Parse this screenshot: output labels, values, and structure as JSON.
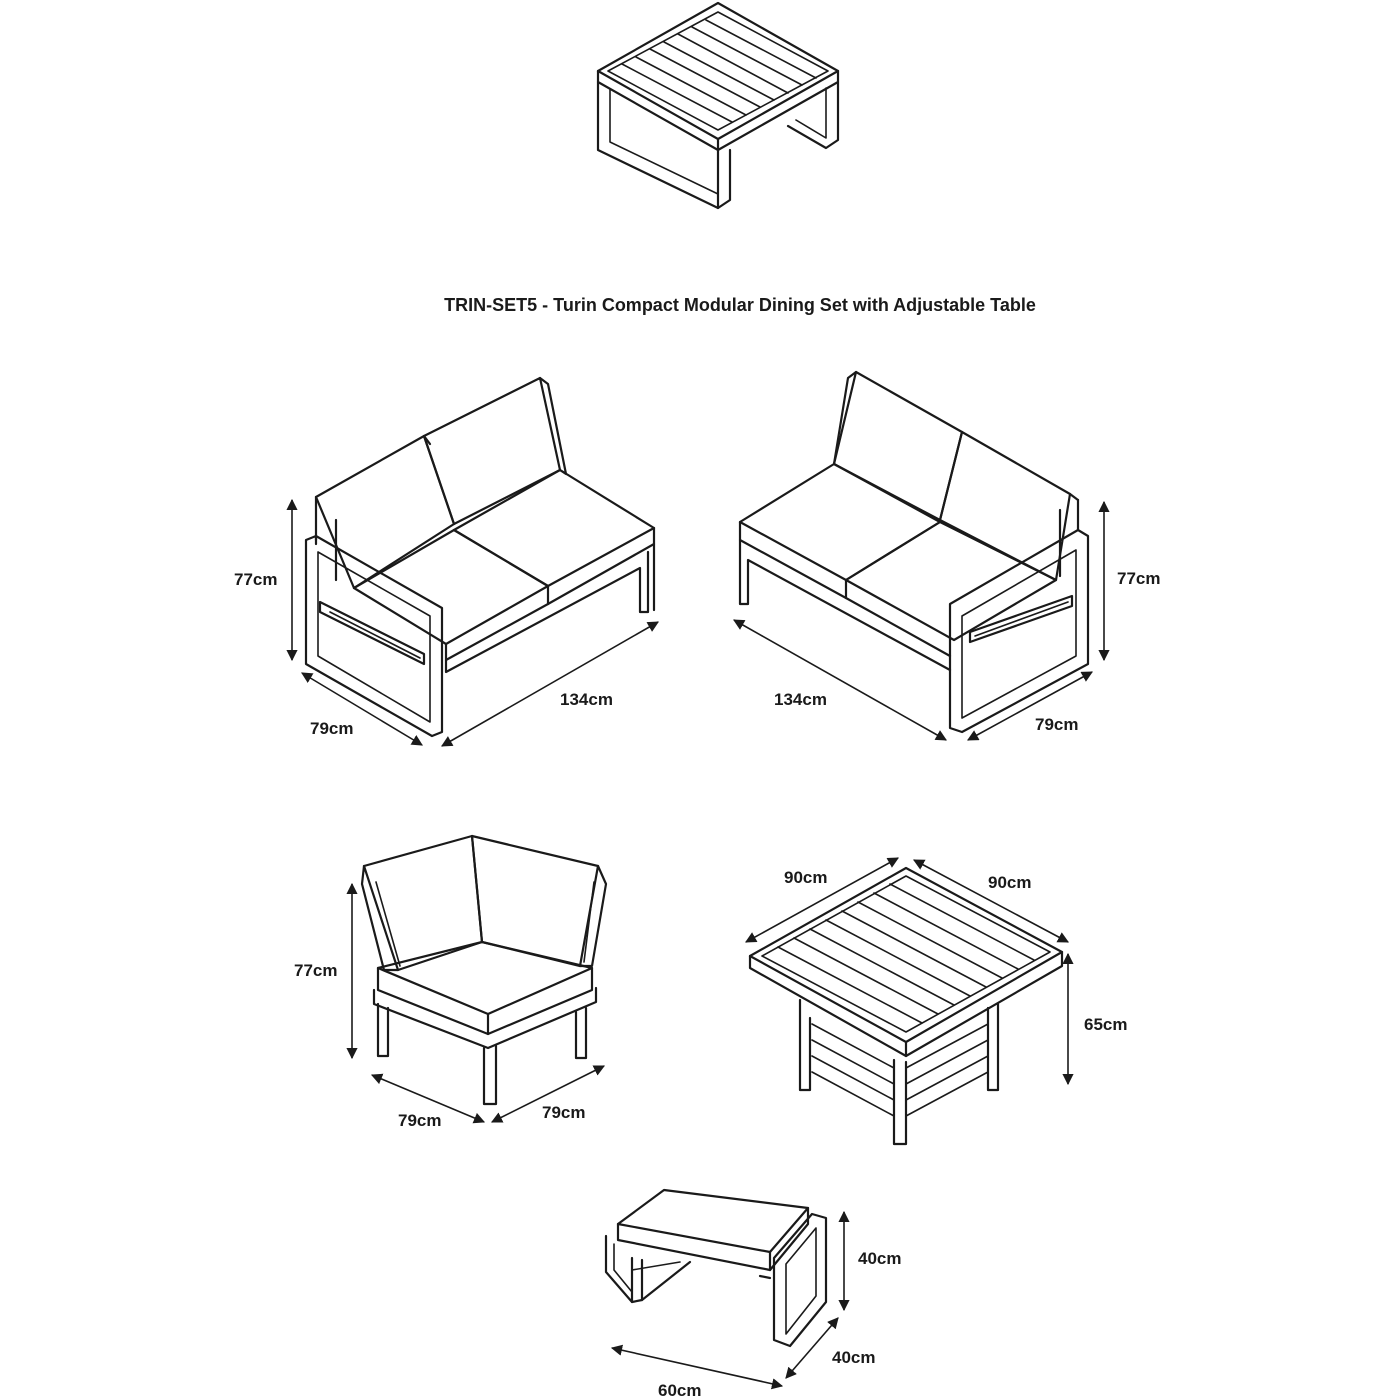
{
  "title": "TRIN-SET5 - Turin Compact Modular Dining Set with Adjustable Table",
  "sofa_left": {
    "height": "77cm",
    "depth": "79cm",
    "width": "134cm"
  },
  "sofa_right": {
    "height": "77cm",
    "depth": "79cm",
    "width": "134cm"
  },
  "corner_chair": {
    "height": "77cm",
    "depth_left": "79cm",
    "depth_right": "79cm"
  },
  "table": {
    "width_left": "90cm",
    "width_right": "90cm",
    "height": "65cm"
  },
  "stool": {
    "height": "40cm",
    "depth": "40cm",
    "width": "60cm"
  }
}
